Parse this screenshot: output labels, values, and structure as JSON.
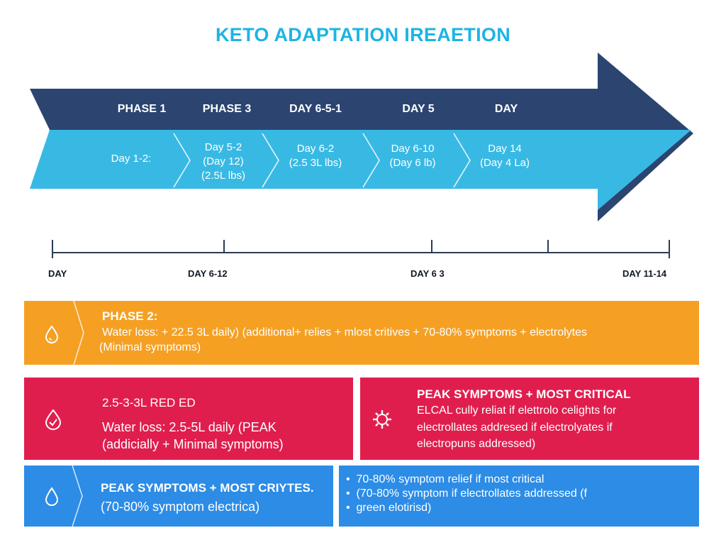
{
  "title": "KETO ADAPTATION IREAETION",
  "colors": {
    "navy": "#2b4570",
    "light_blue": "#38b9e4",
    "orange": "#f5a023",
    "red": "#e01e4e",
    "blue": "#2c8ce6"
  },
  "arrow": {
    "top_labels": [
      "PHASE 1",
      "PHASE 3",
      "DAY 6-5-1",
      "DAY 5",
      "DAY"
    ],
    "segments": [
      "Day 1-2:",
      "Day 5-2\n(Day 12)\n(2.5L lbs)",
      "Day 6-2\n(2.5 3L lbs)",
      "Day 6-10\n(Day 6 lb)",
      "Day 14\n(Day 4 La)"
    ]
  },
  "timeline": {
    "labels": [
      "DAY",
      "DAY 6-12",
      "DAY 6 3",
      "DAY 11-14"
    ]
  },
  "boxes": {
    "orange": {
      "icon": "droplet-icon",
      "title": "PHASE 2:",
      "line1": "Water loss: + 22.5 3L daily) (additional+ relies + mlost critives + 70-80% symptoms + electrolytes",
      "line2": "(Minimal symptoms)"
    },
    "red_left": {
      "icon": "droplet-check-icon",
      "title": "2.5-3-3L RED ED",
      "line1": "Water loss: 2.5-5L daily (PEAK",
      "line2": "(addicially + Minimal symptoms)"
    },
    "red_right": {
      "icon": "gear-icon",
      "title": "PEAK SYMPTOMS + MOST CRITICAL",
      "line1": "ELCAL cully reliat if elettrolo celights for",
      "line2": "electrollates addresed if electrolyates if",
      "line3": "electropuns addressed)"
    },
    "blue_left": {
      "icon": "droplet-icon",
      "title": "PEAK SYMPTOMS + MOST CRIYTES.",
      "line1": "(70-80% symptom electrica)"
    },
    "blue_right": {
      "bullets": [
        "70-80% symptom relief if most critical",
        "(70-80% symptom if electrollates addressed (f",
        "green elotirisd)"
      ]
    }
  }
}
